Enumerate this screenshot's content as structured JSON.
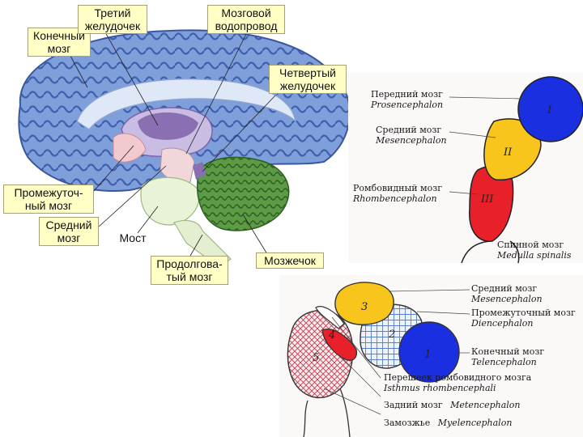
{
  "labels": {
    "telencephalon": [
      "Конечный",
      "мозг"
    ],
    "third_ventricle": [
      "Третий",
      "желудочек"
    ],
    "aqueduct": [
      "Мозговой",
      "водопровод"
    ],
    "fourth_ventricle": [
      "Четвертый",
      "желудочек"
    ],
    "diencephalon": [
      "Промежуточ-",
      "ный мозг"
    ],
    "midbrain": [
      "Средний",
      "мозг"
    ],
    "pons": "Мост",
    "medulla": [
      "Продолгова-",
      "тый мозг"
    ],
    "cerebellum": "Мозжечок"
  },
  "vesicles3": {
    "items": [
      {
        "ru": "Передний мозг",
        "lat": "Prosencephalon"
      },
      {
        "ru": "Средний мозг",
        "lat": "Mesencephalon"
      },
      {
        "ru": "Ромбовидный мозг",
        "lat": "Rhombencephalon"
      },
      {
        "ru": "Спинной мозг",
        "lat": "Medulla spinalis"
      }
    ],
    "numerals": [
      "I",
      "II",
      "III"
    ]
  },
  "vesicles5": {
    "right_items": [
      {
        "ru": "Средний мозг",
        "lat": "Mesencephalon"
      },
      {
        "ru": "Промежуточный мозг",
        "lat": "Diencephalon"
      },
      {
        "ru": "Конечный мозг",
        "lat": "Telencephalon"
      }
    ],
    "bottom_items": [
      {
        "ru": "Перешеек ромбовидного мозга",
        "lat": "Isthmus rhombencephali"
      },
      {
        "ru": "Задний мозг",
        "lat": "Metencephalon"
      },
      {
        "ru": "Замозжье",
        "lat": "Myelencephalon"
      }
    ],
    "numerals": [
      "1",
      "2",
      "3",
      "4",
      "5"
    ]
  },
  "colors": {
    "brain_blue": "#6b8fd0",
    "brain_light": "#c7d8f4",
    "cerebellum_green": "#4f8a3a",
    "ventricle_purple": "#8a6fb3",
    "vesicle_blue": "#1a2fe0",
    "vesicle_yellow": "#f7c51b",
    "vesicle_red": "#e8202a",
    "label_bg": "#ffffc6"
  }
}
